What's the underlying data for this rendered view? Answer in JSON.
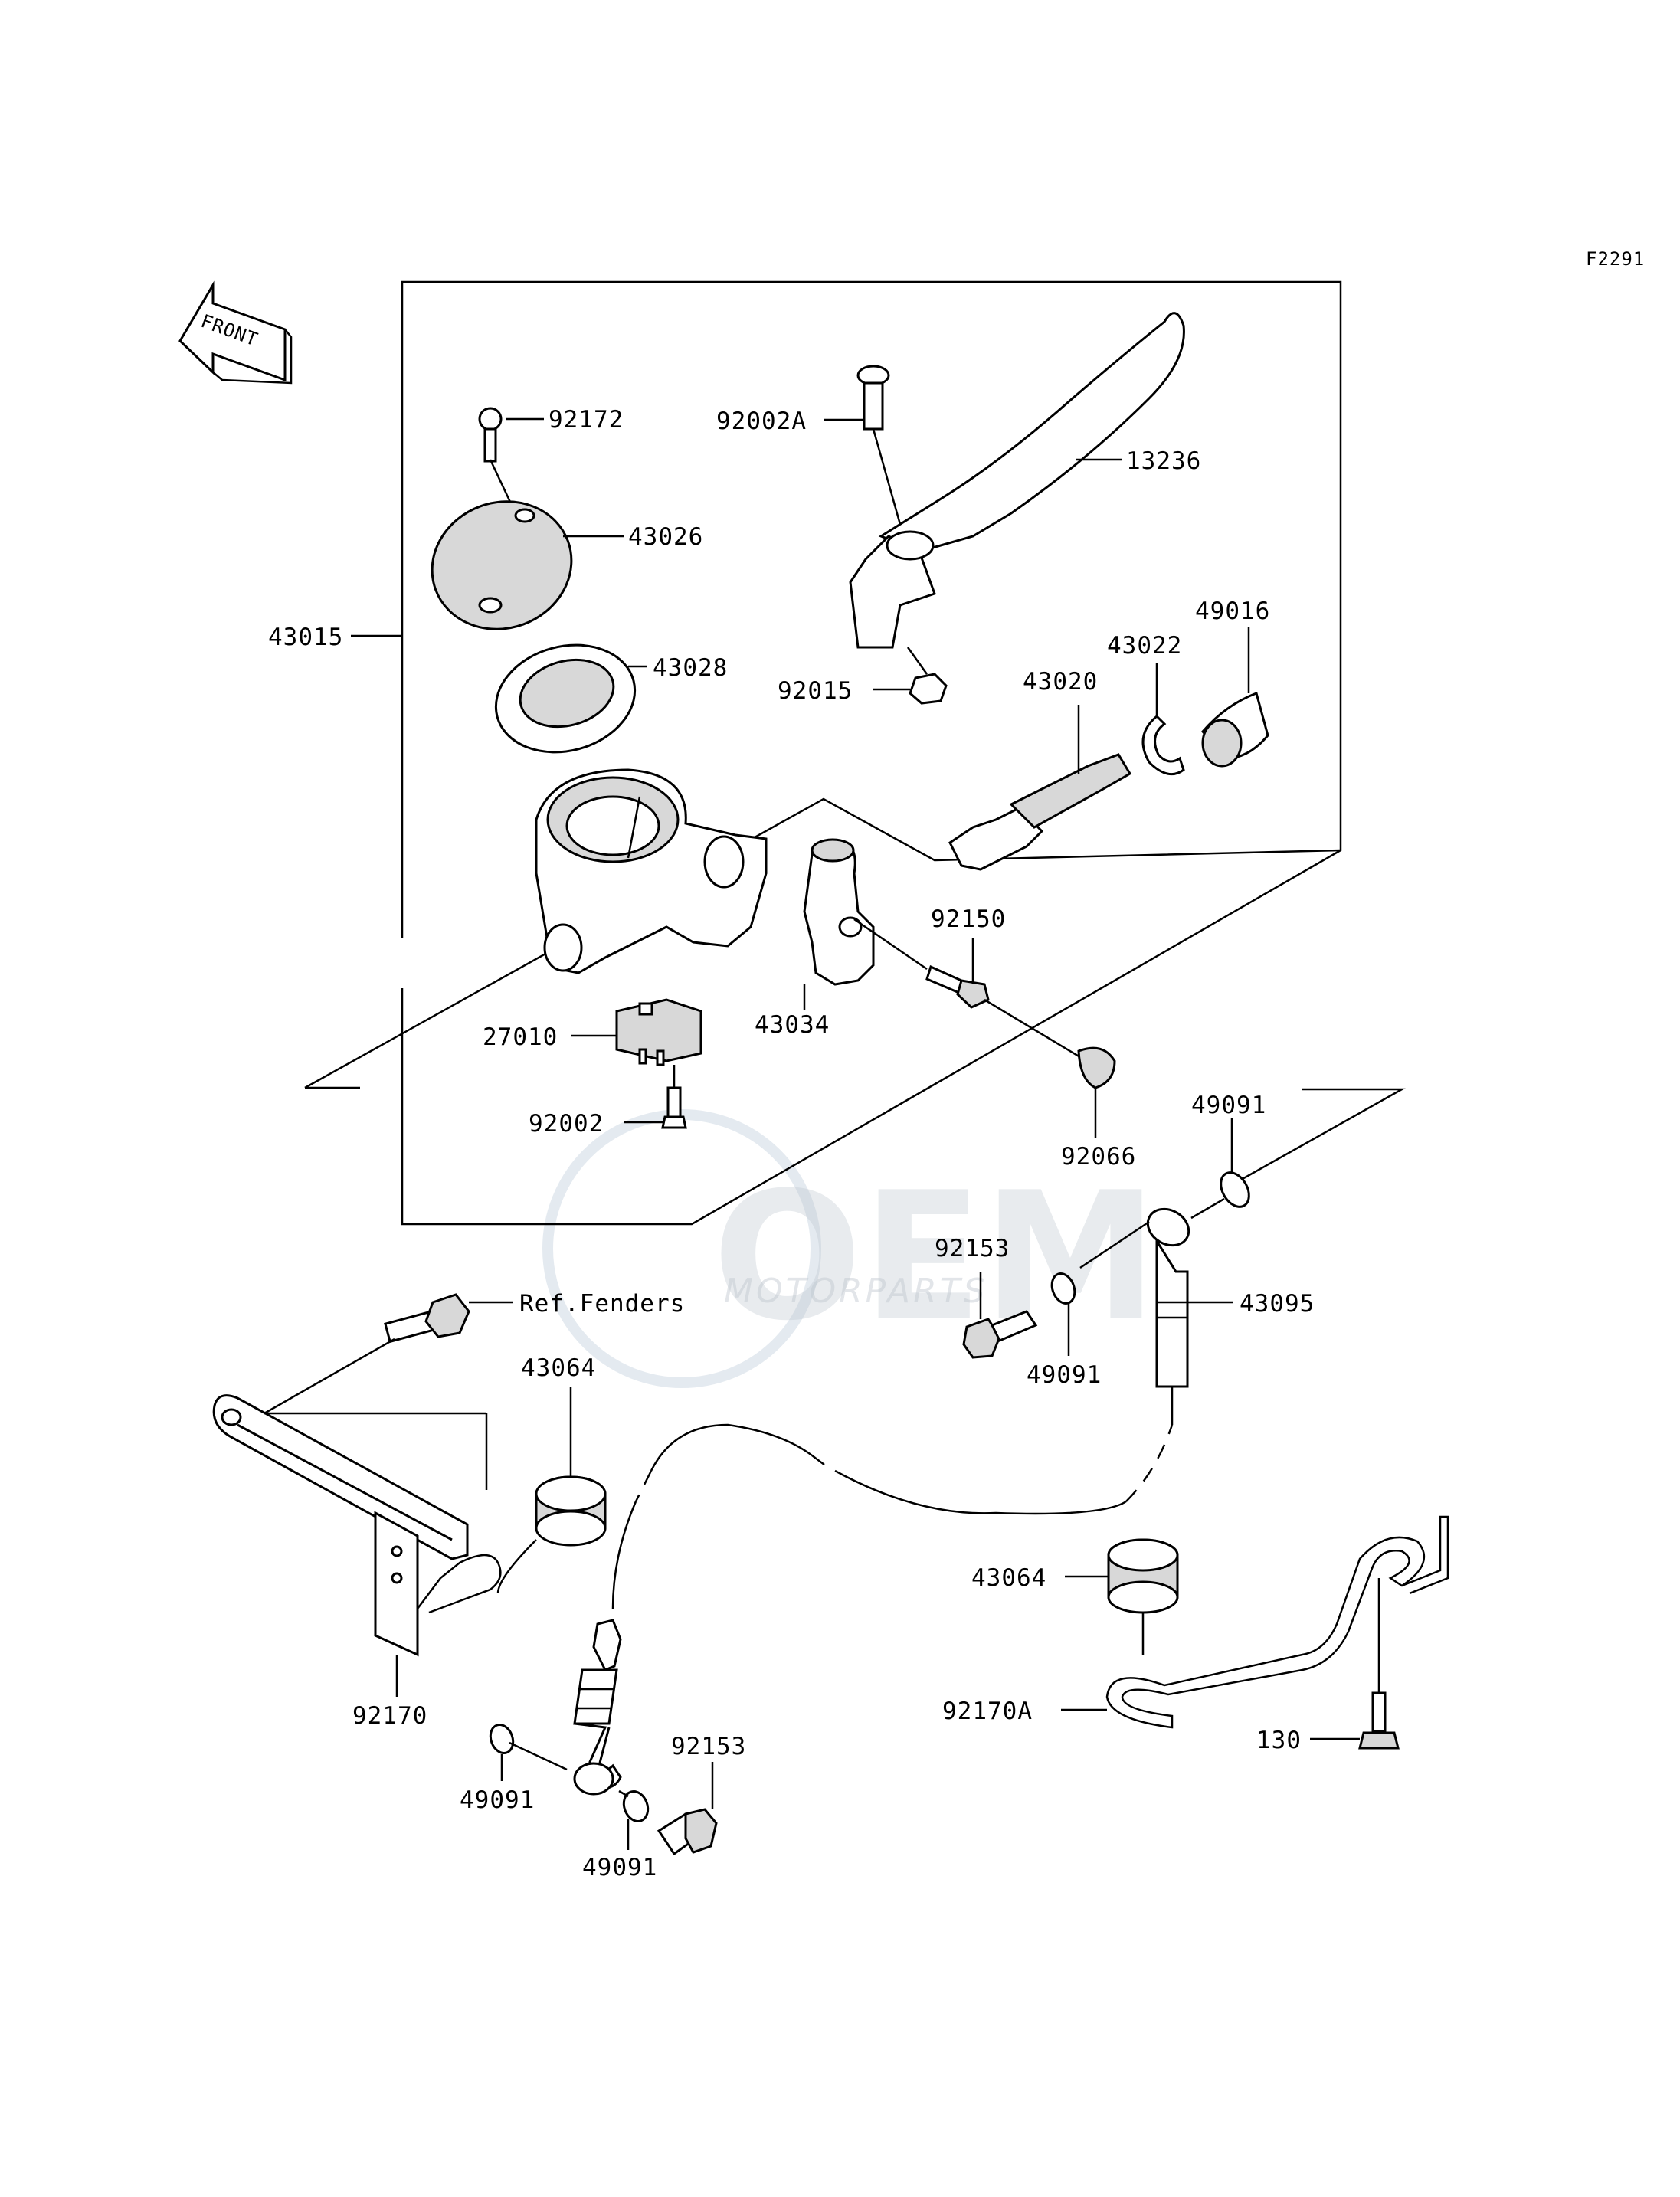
{
  "figure_id": "F2291",
  "front_arrow": "FRONT",
  "watermark": {
    "logo": "OEM",
    "tagline": "MOTORPARTS"
  },
  "labels": {
    "p92172": "92172",
    "p43026": "43026",
    "p43015": "43015",
    "p43028": "43028",
    "p92002A": "92002A",
    "p13236": "13236",
    "p92015": "92015",
    "p43020": "43020",
    "p43022": "43022",
    "p49016": "49016",
    "p92150": "92150",
    "p43034": "43034",
    "p27010": "27010",
    "p92002": "92002",
    "p92066": "92066",
    "p49091_a": "49091",
    "p92153_a": "92153",
    "p49091_b": "49091",
    "p43095": "43095",
    "ref_fenders": "Ref.Fenders",
    "p43064_a": "43064",
    "p92170": "92170",
    "p43064_b": "43064",
    "p92170A": "92170A",
    "p130": "130",
    "p92153_b": "92153",
    "p49091_c": "49091",
    "p49091_d": "49091"
  }
}
